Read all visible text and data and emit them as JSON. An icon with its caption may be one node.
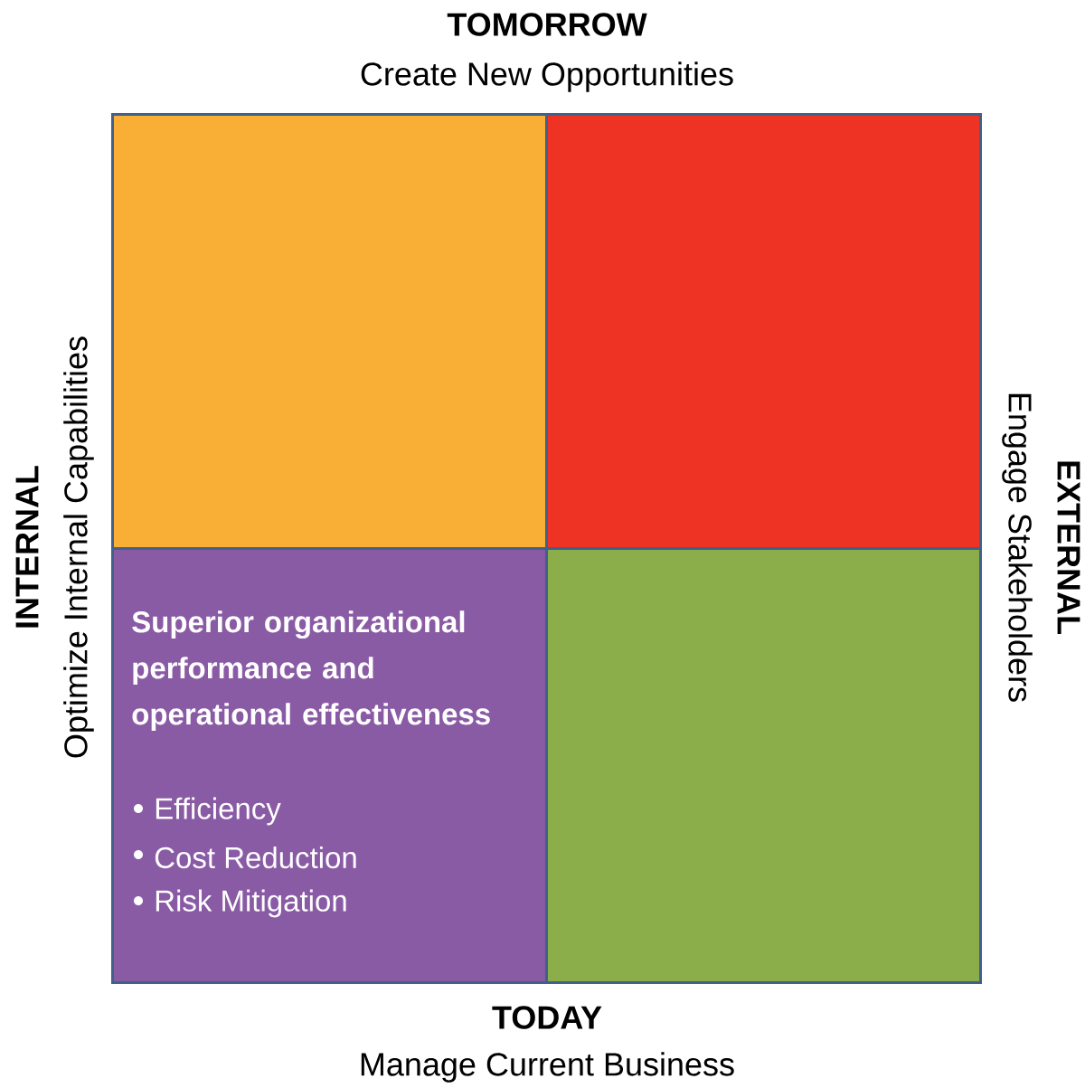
{
  "diagram": {
    "nodes": [
      {
        "text": [],
        "shape": "box"
      },
      {
        "text": [],
        "shape": "box"
      },
      {
        "text": [
          "Superior organizational performance and operational effectiveness",
          "Efficiency",
          "Cost Reduction",
          "Risk Mitigation"
        ]
      },
      {
        "text": [],
        "shape": "box"
      }
    ],
    "labels": [
      "TOMORROW",
      "Create New Opportunities",
      "INTERNAL",
      "Optimize Internal Capabilities",
      "EXTERNAL",
      "Engage Stakeholders",
      "TODAY",
      "Manage Current Business"
    ]
  }
}
